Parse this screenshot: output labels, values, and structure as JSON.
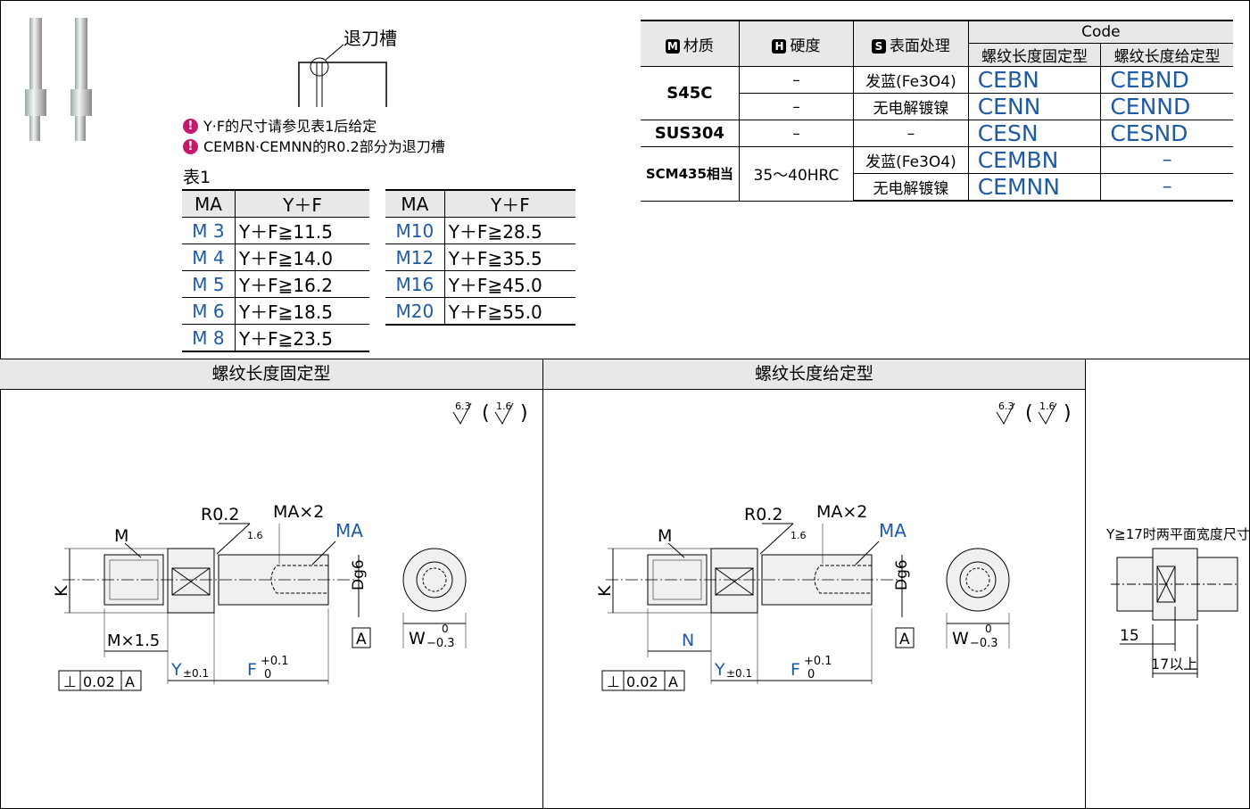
{
  "notes": [
    "Y·F的尺寸请参见表1后给定",
    "CEMBN·CEMNN的R0.2部分为退刀槽"
  ],
  "groove_label": "退刀槽",
  "table1": {
    "caption": "表1",
    "headers": [
      "MA",
      "Y＋F"
    ],
    "left": [
      {
        "ma": "M 3",
        "yf": "Y＋F≧11.5"
      },
      {
        "ma": "M 4",
        "yf": "Y＋F≧14.0"
      },
      {
        "ma": "M 5",
        "yf": "Y＋F≧16.2"
      },
      {
        "ma": "M 6",
        "yf": "Y＋F≧18.5"
      },
      {
        "ma": "M 8",
        "yf": "Y＋F≧23.5"
      }
    ],
    "right": [
      {
        "ma": "M10",
        "yf": "Y＋F≧28.5"
      },
      {
        "ma": "M12",
        "yf": "Y＋F≧35.5"
      },
      {
        "ma": "M16",
        "yf": "Y＋F≧45.0"
      },
      {
        "ma": "M20",
        "yf": "Y＋F≧55.0"
      }
    ]
  },
  "material_table": {
    "headers": {
      "material": "材质",
      "hardness": "硬度",
      "surface": "表面处理",
      "code": "Code",
      "fixed": "螺纹长度固定型",
      "given": "螺纹长度给定型",
      "badge_m": "M",
      "badge_h": "H",
      "badge_s": "S"
    },
    "rows": [
      {
        "material": "S45C",
        "hardness": "–",
        "surface": "发蓝(Fe3O4)",
        "fixed": "CEBN",
        "given": "CEBND"
      },
      {
        "hardness": "–",
        "surface": "无电解镀镍",
        "fixed": "CENN",
        "given": "CENND"
      },
      {
        "material": "SUS304",
        "hardness": "–",
        "surface": "–",
        "fixed": "CESN",
        "given": "CESND"
      },
      {
        "material": "SCM435相当",
        "hardness": "35～40HRC",
        "surface": "发蓝(Fe3O4)",
        "fixed": "CEMBN",
        "given": "–"
      },
      {
        "surface": "无电解镀镍",
        "fixed": "CEMNN",
        "given": "–"
      }
    ]
  },
  "panels": {
    "fixed_title": "螺纹长度固定型",
    "given_title": "螺纹长度给定型",
    "side_title": "Y≧17时两平面宽度尺寸"
  },
  "drawing": {
    "roughness1": "6.3",
    "roughness2": "1.6",
    "m": "M",
    "k": "K",
    "r": "R0.2",
    "max2": "MA×2",
    "ma": "MA",
    "dg6": "Dg6",
    "mx15": "M×1.5",
    "n": "N",
    "a": "A",
    "y": "Y",
    "y_tol": "±0.1",
    "f": "F",
    "f_up": "+0.1",
    "f_low": "0",
    "w": "W",
    "w_up": "0",
    "w_low": "−0.3",
    "tol_val": "0.02",
    "perp": "⊥",
    "side_15": "15",
    "side_17": "17以上"
  }
}
